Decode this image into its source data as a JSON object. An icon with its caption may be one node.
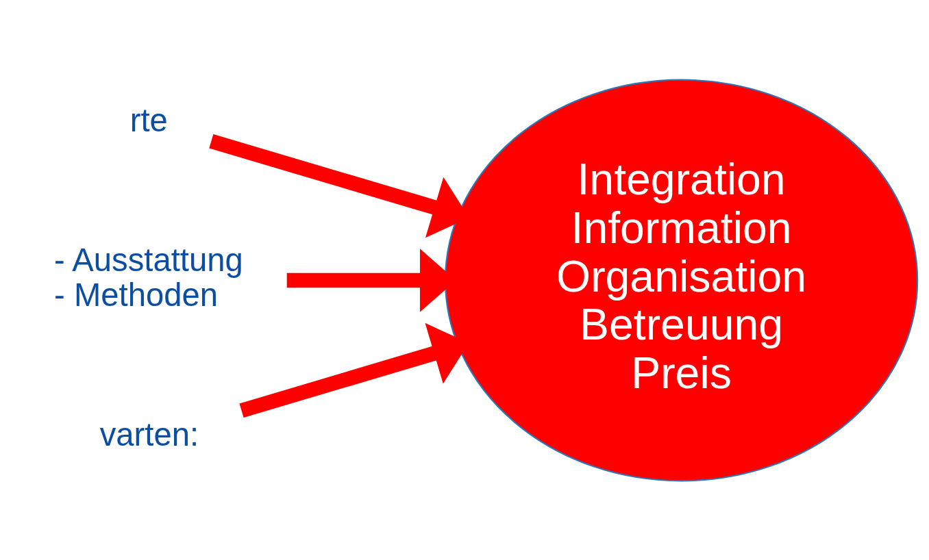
{
  "diagram": {
    "nodes": [
      {
        "text": [
          "rte"
        ]
      },
      {
        "text": [
          "- Ausstattung",
          "- Methoden"
        ]
      },
      {
        "text": [
          "Integration",
          "Information",
          "Organisation",
          "Betreuung",
          "Preis"
        ]
      },
      {
        "text": [
          "varten:"
        ]
      }
    ],
    "edges": [
      {
        "from": 0,
        "to": 2,
        "arrow": "to"
      },
      {
        "from": 1,
        "to": 2,
        "arrow": "to"
      },
      {
        "from": 3,
        "to": 2,
        "arrow": "to"
      }
    ]
  }
}
